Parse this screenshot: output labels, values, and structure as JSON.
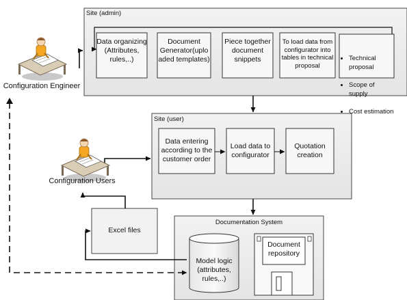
{
  "containers": {
    "admin_site": "Site (admin)",
    "user_site": "Site (user)",
    "documentation_system": "Documentation System"
  },
  "admin_steps": [
    "Data organizing\n(Attributes,\nrules,..)",
    "Document\nGenerator(uplo\naded templates)",
    "Piece together\ndocument\nsnippets",
    "To load data from\nconfigurator into\ntables in technical\nproposal"
  ],
  "admin_outputs": [
    "Technical proposal",
    "Scope of supply",
    "Cost estimation"
  ],
  "user_steps": [
    "Data entering\naccording to the\ncustomer order",
    "Load data to\nconfigurator",
    "Quotation\ncreation"
  ],
  "actors": {
    "engineer": "Configuration Engineer",
    "users": "Configuration Users"
  },
  "excel_files": "Excel files",
  "database": "Model logic\n(attributes,\nrules,..)",
  "repository": "Document\nrepository"
}
